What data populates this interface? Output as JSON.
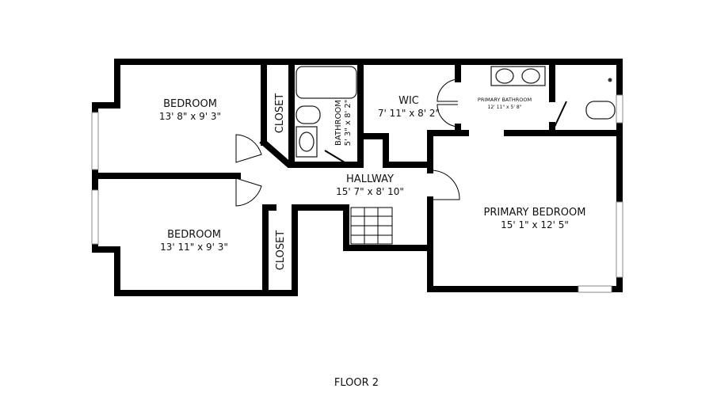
{
  "plan": {
    "floor_label": "FLOOR 2",
    "rooms": [
      {
        "name": "BEDROOM",
        "dims": "13' 8\" x 9' 3\""
      },
      {
        "name": "BEDROOM",
        "dims": "13' 11\" x 9' 3\""
      },
      {
        "name": "CLOSET"
      },
      {
        "name": "CLOSET"
      },
      {
        "name": "BATHROOM",
        "dims": "5' 3\" x 8' 2\""
      },
      {
        "name": "WIC",
        "dims": "7' 11\" x 8' 2\""
      },
      {
        "name": "PRIMARY BATHROOM",
        "dims": "12' 11\" x 5' 8\""
      },
      {
        "name": "HALLWAY",
        "dims": "15' 7\" x 8' 10\""
      },
      {
        "name": "PRIMARY BEDROOM",
        "dims": "15' 1\" x 12' 5\""
      }
    ]
  }
}
